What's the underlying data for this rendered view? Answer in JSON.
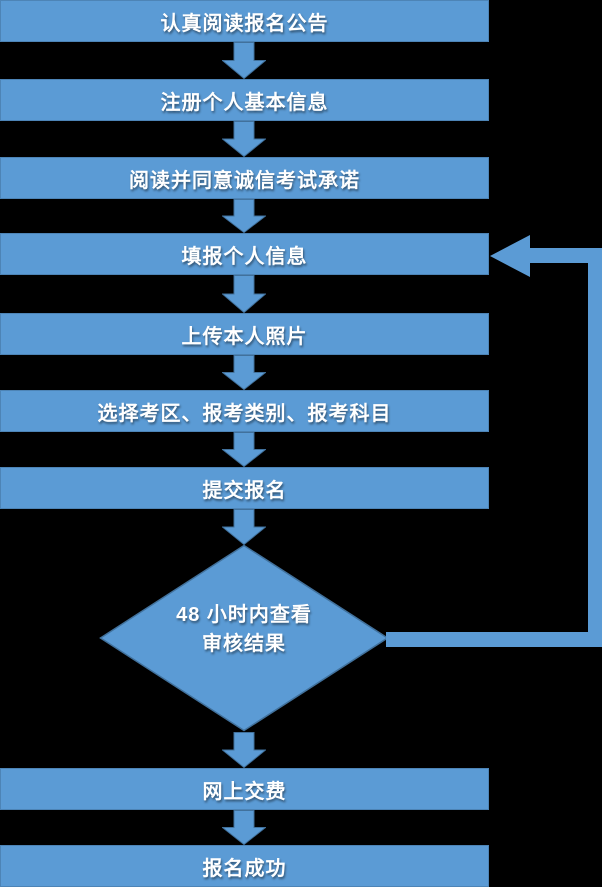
{
  "colors": {
    "background": "#000000",
    "shape_fill": "#5B9BD5",
    "shape_border": "#41719C",
    "text": "#FFFFFF"
  },
  "flowchart": {
    "steps": [
      {
        "label": "认真阅读报名公告"
      },
      {
        "label": "注册个人基本信息"
      },
      {
        "label": "阅读并同意诚信考试承诺"
      },
      {
        "label": "填报个人信息"
      },
      {
        "label": "上传本人照片"
      },
      {
        "label": "选择考区、报考类别、报考科目"
      },
      {
        "label": "提交报名"
      },
      {
        "label": "网上交费"
      },
      {
        "label": "报名成功"
      }
    ],
    "decision": {
      "line1": "48 小时内查看",
      "line2": "审核结果"
    }
  }
}
